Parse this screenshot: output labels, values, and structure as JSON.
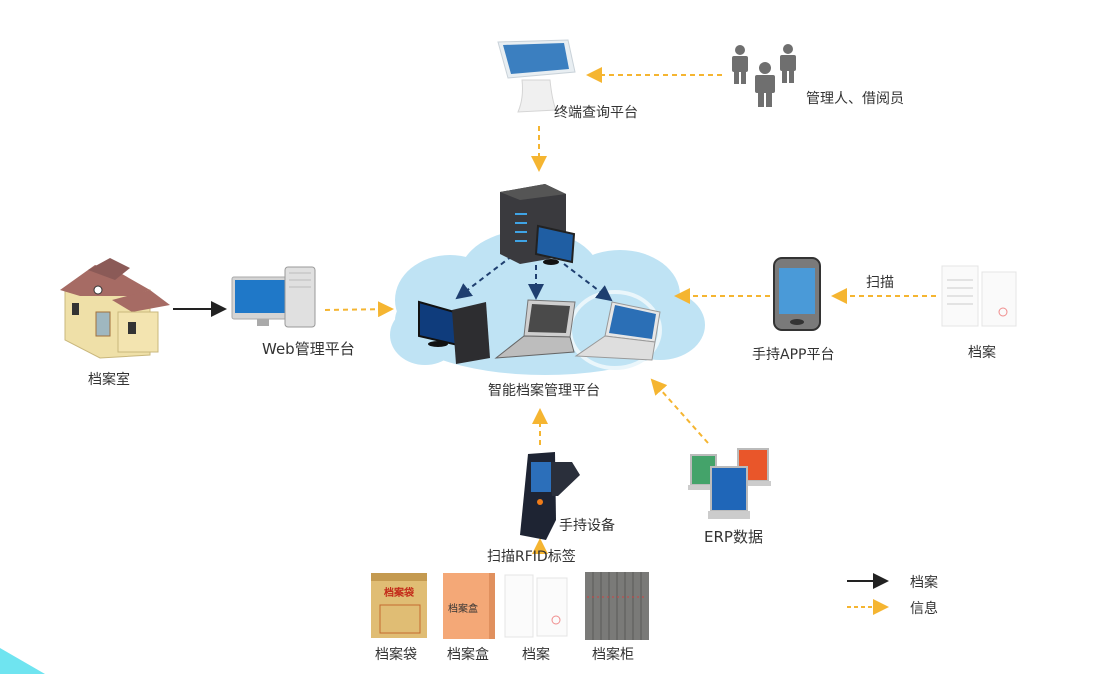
{
  "title": "智能档案管理平台 架构图",
  "colors": {
    "archive_arrow": "#222222",
    "info_arrow": "#f5b531",
    "internal_arrow": "#1f3f70",
    "cloud": "#bfe3f4",
    "corner_accent": "#6fe4f0"
  },
  "nodes": {
    "kiosk": {
      "label": "终端查询平台",
      "icon": "kiosk-icon"
    },
    "users": {
      "label": "管理人、借阅员",
      "icon": "people-icon"
    },
    "archive_room": {
      "label": "档案室",
      "icon": "building-icon"
    },
    "web_platform": {
      "label": "Web管理平台",
      "icon": "desktop-computer-icon"
    },
    "core_platform": {
      "label": "智能档案管理平台",
      "icon": "cloud-network-icon"
    },
    "app_platform": {
      "label": "手持APP平台",
      "icon": "smartphone-icon"
    },
    "scan_text": {
      "label": "扫描"
    },
    "document_right": {
      "label": "档案",
      "icon": "document-icon"
    },
    "handheld": {
      "label": "手持设备",
      "icon": "rfid-scanner-icon"
    },
    "rfid_scan": {
      "label": "扫描RFID标签"
    },
    "erp": {
      "label": "ERP数据",
      "icon": "erp-screens-icon"
    }
  },
  "bottom_items": [
    {
      "label": "档案袋",
      "icon": "archive-envelope-icon"
    },
    {
      "label": "档案盒",
      "icon": "archive-box-icon"
    },
    {
      "label": "档案",
      "icon": "document-icon"
    },
    {
      "label": "档案柜",
      "icon": "archive-cabinet-icon"
    }
  ],
  "legend": {
    "items": [
      {
        "label": "档案",
        "style": "solid"
      },
      {
        "label": "信息",
        "style": "dashed"
      }
    ]
  },
  "edges": [
    {
      "from": "users",
      "to": "kiosk",
      "type": "info"
    },
    {
      "from": "kiosk",
      "to": "core_platform",
      "type": "info"
    },
    {
      "from": "archive_room",
      "to": "web_platform",
      "type": "archive"
    },
    {
      "from": "web_platform",
      "to": "core_platform",
      "type": "info"
    },
    {
      "from": "app_platform",
      "to": "core_platform",
      "type": "info"
    },
    {
      "from": "document_right",
      "to": "app_platform",
      "type": "info"
    },
    {
      "from": "handheld",
      "to": "core_platform",
      "type": "info"
    },
    {
      "from": "erp",
      "to": "core_platform",
      "type": "info"
    },
    {
      "from": "bottom_items",
      "to": "handheld",
      "type": "info"
    }
  ]
}
